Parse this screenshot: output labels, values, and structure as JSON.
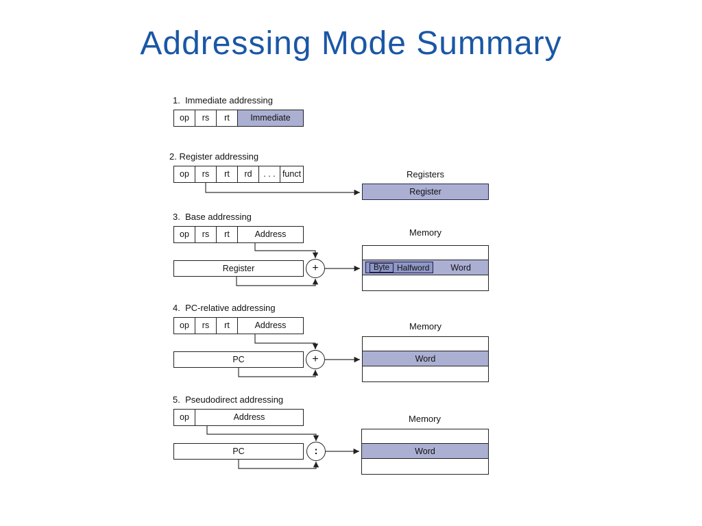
{
  "title": "Addressing Mode Summary",
  "sections": [
    {
      "label": "1.  Immediate addressing",
      "fields": [
        "op",
        "rs",
        "rt",
        "Immediate"
      ]
    },
    {
      "label": "2. Register addressing",
      "fields": [
        "op",
        "rs",
        "rt",
        "rd",
        ". . .",
        "funct"
      ],
      "target_title": "Registers",
      "target_cell": "Register"
    },
    {
      "label": "3.  Base addressing",
      "fields": [
        "op",
        "rs",
        "rt",
        "Address"
      ],
      "source_box": "Register",
      "operator": "+",
      "memory_title": "Memory",
      "cells": [
        "Byte",
        "Halfword",
        "Word"
      ]
    },
    {
      "label": "4.  PC-relative addressing",
      "fields": [
        "op",
        "rs",
        "rt",
        "Address"
      ],
      "source_box": "PC",
      "operator": "+",
      "memory_title": "Memory",
      "word_cell": "Word"
    },
    {
      "label": "5.  Pseudodirect addressing",
      "fields": [
        "op",
        "Address"
      ],
      "source_box": "PC",
      "operator": ":",
      "memory_title": "Memory",
      "word_cell": "Word"
    }
  ],
  "colors": {
    "title_blue": "#1a57a5",
    "shaded_fill": "#abb0d3",
    "shaded_dark_fill": "#8f97c4"
  }
}
